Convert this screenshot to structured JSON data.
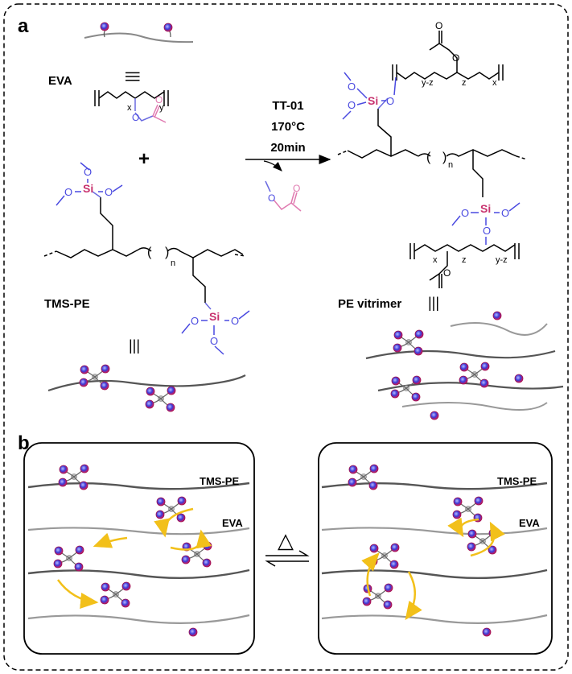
{
  "panel_a": {
    "letter": "a",
    "eva_label": "EVA",
    "tmspe_label": "TMS-PE",
    "plus": "+",
    "product_label": "PE vitrimer",
    "equiv": "|||",
    "reaction": {
      "catalyst": "TT-01",
      "temperature": "170°C",
      "time": "20min"
    },
    "atoms": {
      "si": "Si",
      "o": "O"
    },
    "subscripts": {
      "x": "x",
      "y": "y",
      "z": "z",
      "n": "n",
      "yz": "y-z"
    }
  },
  "panel_b": {
    "letter": "b",
    "left": {
      "tmspe": "TMS-PE",
      "eva": "EVA"
    },
    "right": {
      "tmspe": "TMS-PE",
      "eva": "EVA"
    },
    "heat_symbol": "△"
  },
  "colors": {
    "silicon": "#c8326e",
    "oxygen_si": "#4a4ae0",
    "acetate": "#e07ab0",
    "chain_dark": "#555555",
    "chain_light": "#999999",
    "arrow_yellow": "#f2c01a"
  }
}
